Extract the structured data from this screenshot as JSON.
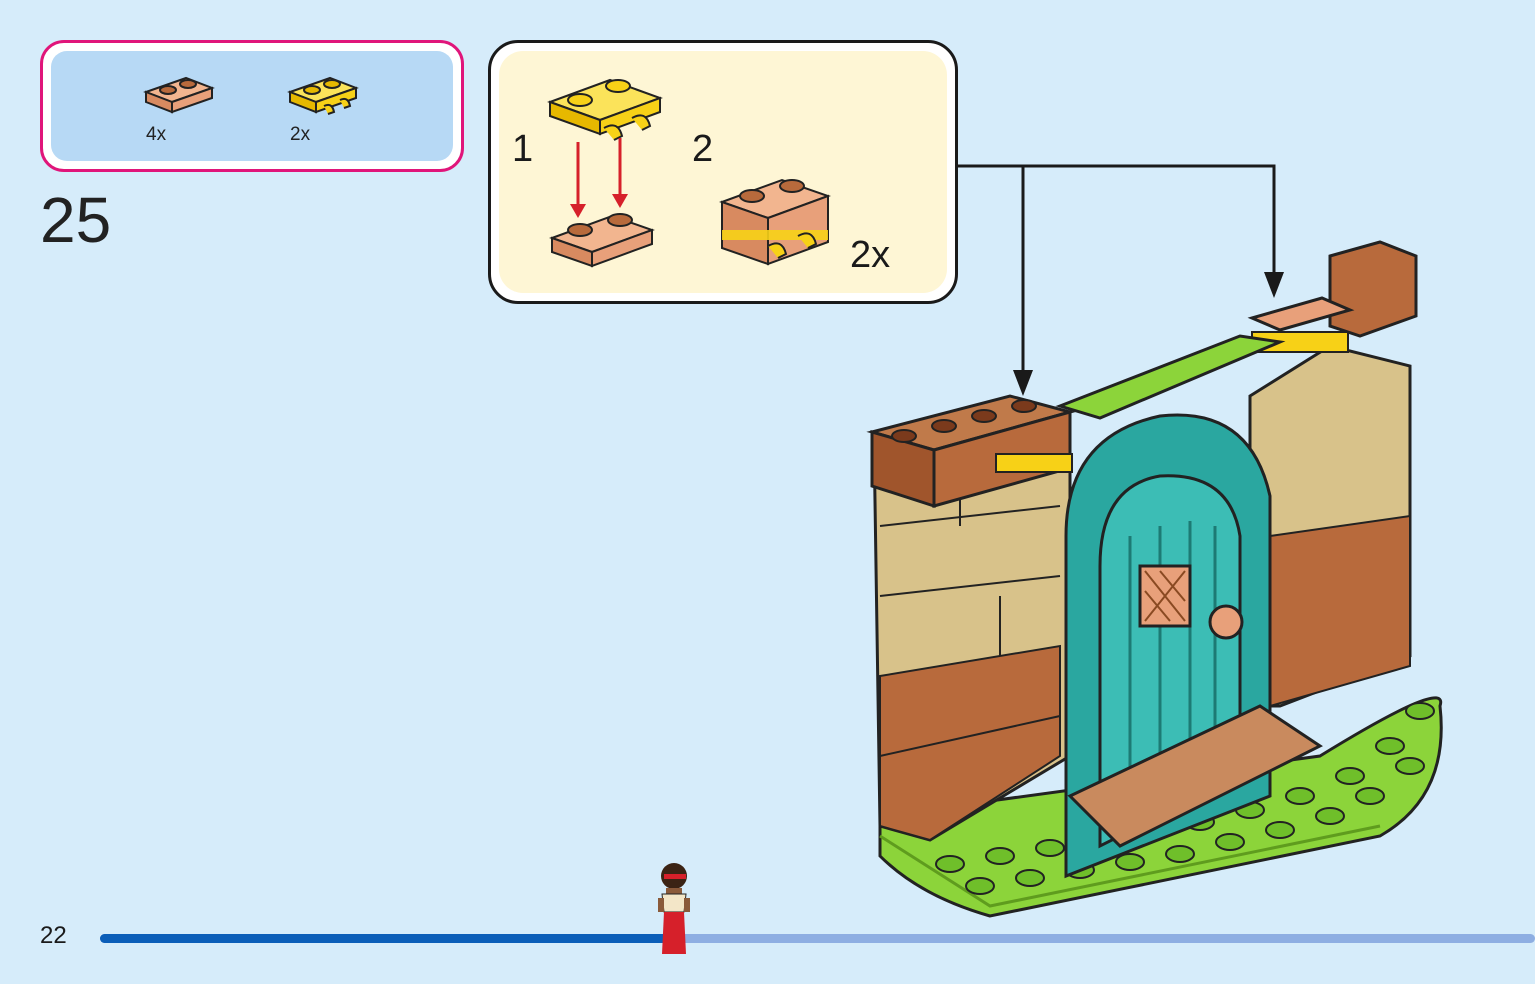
{
  "parts_list": {
    "items": [
      {
        "part": "plate-1x2-nougat",
        "quantity": "4x",
        "color": "#e8a07a"
      },
      {
        "part": "plate-1x2-clips-yellow",
        "quantity": "2x",
        "color": "#f7d117"
      }
    ],
    "border_color": "#e0157a",
    "background_color": "#b7d9f5"
  },
  "step": {
    "number": "25"
  },
  "sub_assembly": {
    "steps": [
      {
        "label": "1"
      },
      {
        "label": "2",
        "multiplier": "2x"
      }
    ],
    "background_color": "#fef6d5",
    "arrow_color": "#d6202a"
  },
  "footer": {
    "page_number": "22",
    "progress_fraction": 0.4,
    "progress_color": "#0b5eb8",
    "track_color": "#8eaee2"
  },
  "model": {
    "brick_colors": {
      "tan": "#d8c28a",
      "reddish_brown": "#b86a3c",
      "nougat": "#e8a07a",
      "teal": "#2aa7a0",
      "bright_green": "#8cd43a",
      "lime": "#b7e24a",
      "yellow": "#f7d117"
    }
  }
}
